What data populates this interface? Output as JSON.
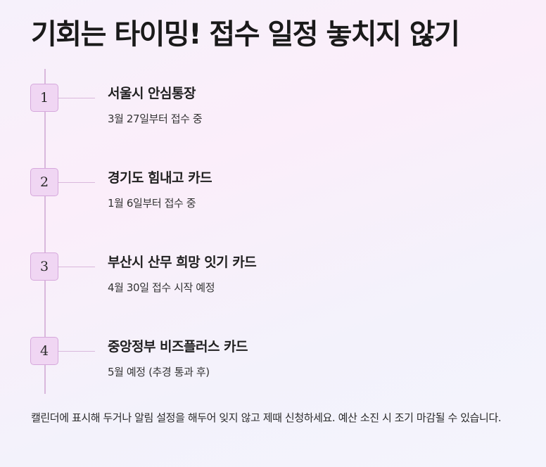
{
  "title": "기회는 타이밍! 접수 일정 놓치지 않기",
  "steps": [
    {
      "number": "1",
      "title": "서울시 안심통장",
      "date": "3월 27일부터 접수 중"
    },
    {
      "number": "2",
      "title": "경기도 힘내고 카드",
      "date": "1월 6일부터 접수 중"
    },
    {
      "number": "3",
      "title": "부산시 산무 희망 잇기 카드",
      "date": "4월 30일 접수 시작 예정"
    },
    {
      "number": "4",
      "title": "중앙정부 비즈플러스 카드",
      "date": "5월 예정 (추경 통과 후)"
    }
  ],
  "footer": "캘린더에 표시해 두거나 알림 설정을 해두어 잊지 않고 제때 신청하세요. 예산 소진 시 조기 마감될 수 있습니다.",
  "colors": {
    "badge_fill": "#f0d6f3",
    "badge_border": "#d6a8dc",
    "timeline_line": "#d9b8dc"
  }
}
